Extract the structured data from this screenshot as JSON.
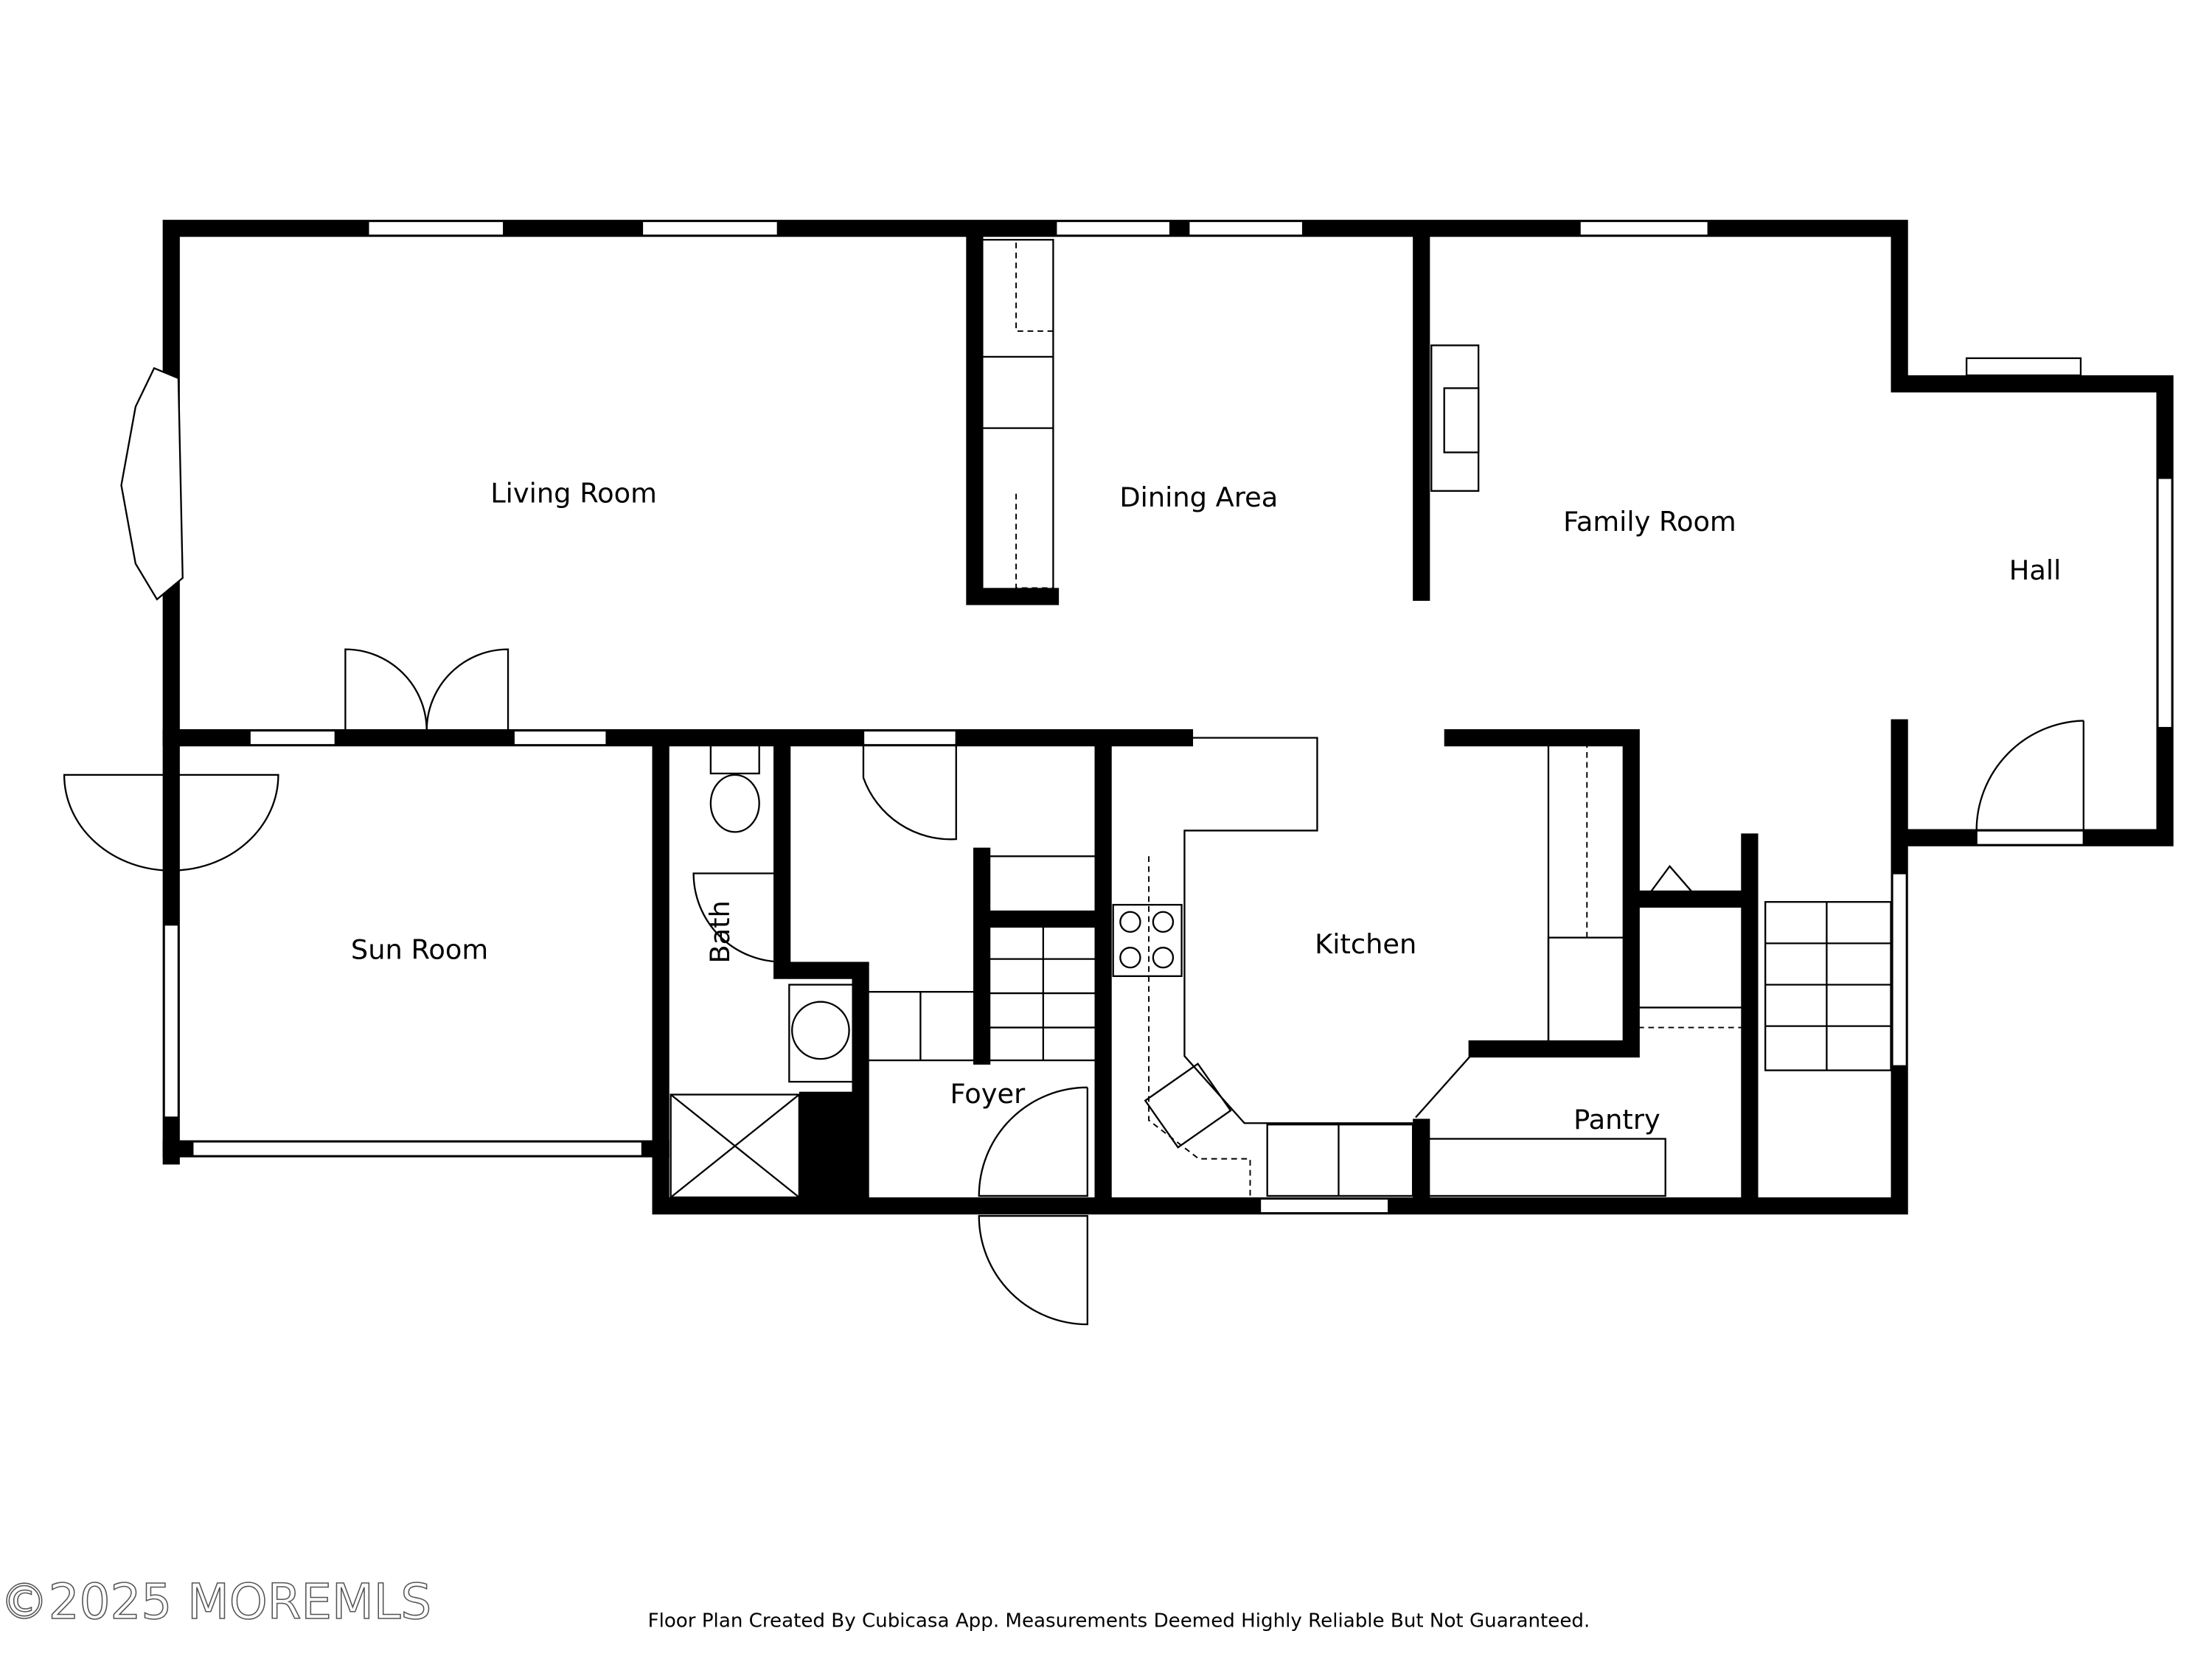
{
  "rooms": {
    "living_room": "Living Room",
    "dining_area": "Dining Area",
    "family_room": "Family Room",
    "hall": "Hall",
    "sun_room": "Sun Room",
    "bath": "Bath",
    "kitchen": "Kitchen",
    "foyer": "Foyer",
    "pantry": "Pantry"
  },
  "footer": {
    "disclaimer": "Floor Plan Created By Cubicasa App. Measurements Deemed Highly Reliable But Not Guaranteed.",
    "watermark": "©2025 MOREMLS"
  },
  "colors": {
    "walls": "#000000",
    "background": "#ffffff"
  }
}
